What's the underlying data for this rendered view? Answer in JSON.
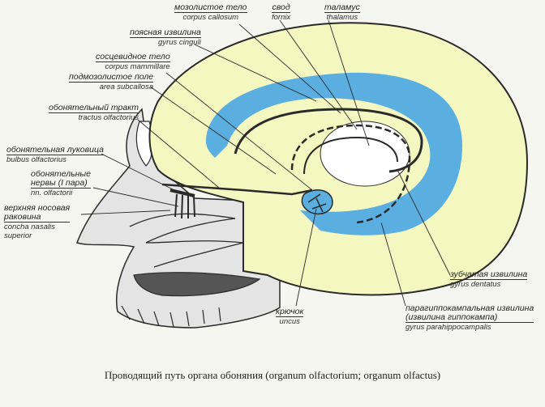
{
  "colors": {
    "cortex": "#f5f7c0",
    "ventricle": "#5aaee0",
    "outline": "#2a2a2a",
    "background": "#f6f6f1",
    "face": "#e4e4e4"
  },
  "labels": {
    "corpus_callosum": {
      "ru": "мозолистое тело",
      "la": "corpus callosum"
    },
    "fornix": {
      "ru": "свод",
      "la": "fornix"
    },
    "thalamus": {
      "ru": "таламус",
      "la": "thalamus"
    },
    "gyrus_cinguli": {
      "ru": "поясная извилина",
      "la": "gyrus cinguli"
    },
    "corpus_mammillare": {
      "ru": "сосцевидное тело",
      "la": "corpus mammillare"
    },
    "area_subcallosa": {
      "ru": "подмозолистое поле",
      "la": "area subcallosa"
    },
    "tractus_olfactorius": {
      "ru": "обонятельный тракт",
      "la": "tractus olfactorius"
    },
    "bulbus_olfactorius": {
      "ru": "обонятельная луковица",
      "la": "bulbus olfactorius"
    },
    "nn_olfactorii": {
      "ru_line1": "обонятельные",
      "ru_line2": "нервы (I пара)",
      "la": "nn. olfactorii"
    },
    "concha": {
      "ru_line1": "верхняя носовая",
      "ru_line2": "раковина",
      "la_line1": "concha nasalis",
      "la_line2": "superior"
    },
    "gyrus_dentatus": {
      "ru": "зубчатая извилина",
      "la": "gyrus dentatus"
    },
    "uncus": {
      "ru": "крючок",
      "la": "uncus"
    },
    "parahippocampal": {
      "ru_line1": "парагиппокампальная извилина",
      "ru_line2": "(извилина гиппокампа)",
      "la": "gyrus parahippocampalis"
    }
  },
  "caption": "Проводящий путь органа обоняния (organum olfactorium; organum olfactus)"
}
